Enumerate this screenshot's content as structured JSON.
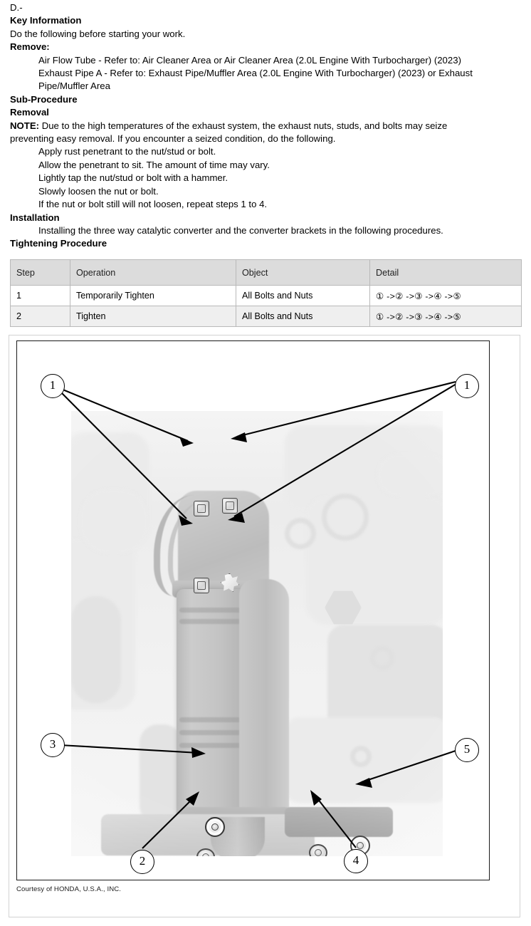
{
  "document": {
    "section_label": "D.-",
    "headings": {
      "key_information": "Key Information",
      "remove": "Remove:",
      "sub_procedure": "Sub-Procedure",
      "removal": "Removal",
      "installation": "Installation",
      "tightening_procedure": "Tightening Procedure"
    },
    "intro_line": "Do the following before starting your work.",
    "remove_items": [
      "Air Flow Tube - Refer to: Air Cleaner Area or Air Cleaner Area (2.0L Engine With Turbocharger) (2023)",
      "Exhaust Pipe A - Refer to: Exhaust Pipe/Muffler Area (2.0L Engine With Turbocharger) (2023) or Exhaust",
      "Pipe/Muffler Area"
    ],
    "note": {
      "label": "NOTE:",
      "text_line1": "Due to the high temperatures of the exhaust system, the exhaust nuts, studs, and bolts may seize",
      "text_line2": "preventing easy removal. If you encounter a seized condition, do the following."
    },
    "removal_steps": [
      "Apply rust penetrant to the nut/stud or bolt.",
      "Allow the penetrant to sit. The amount of time may vary.",
      "Lightly tap the nut/stud or bolt with a hammer.",
      "Slowly loosen the nut or bolt.",
      "If the nut or bolt still will not loosen, repeat steps 1 to 4."
    ],
    "installation_text": "Installing the three way catalytic converter and the converter brackets in the following procedures."
  },
  "table": {
    "columns": [
      "Step",
      "Operation",
      "Object",
      "Detail"
    ],
    "rows": [
      {
        "step": "1",
        "operation": "Temporarily Tighten",
        "object": "All Bolts and Nuts",
        "detail": "① ->② ->③ ->④ ->⑤"
      },
      {
        "step": "2",
        "operation": "Tighten",
        "object": "All Bolts and Nuts",
        "detail": "① ->② ->③ ->④ ->⑤"
      }
    ]
  },
  "figure": {
    "caption": "Courtesy of HONDA, U.S.A., INC.",
    "callouts": [
      {
        "id": "callout-1-left",
        "label": "1"
      },
      {
        "id": "callout-1-right",
        "label": "1"
      },
      {
        "id": "callout-3",
        "label": "3"
      },
      {
        "id": "callout-5",
        "label": "5"
      },
      {
        "id": "callout-2",
        "label": "2"
      },
      {
        "id": "callout-4",
        "label": "4"
      }
    ]
  },
  "colors": {
    "table_header_bg": "#dcdcdc",
    "table_alt_row_bg": "#efefef",
    "table_border": "#b9b9b9",
    "figure_outer_border": "#d2d2d2",
    "figure_inner_border": "#1a1a1a",
    "text": "#000000"
  }
}
